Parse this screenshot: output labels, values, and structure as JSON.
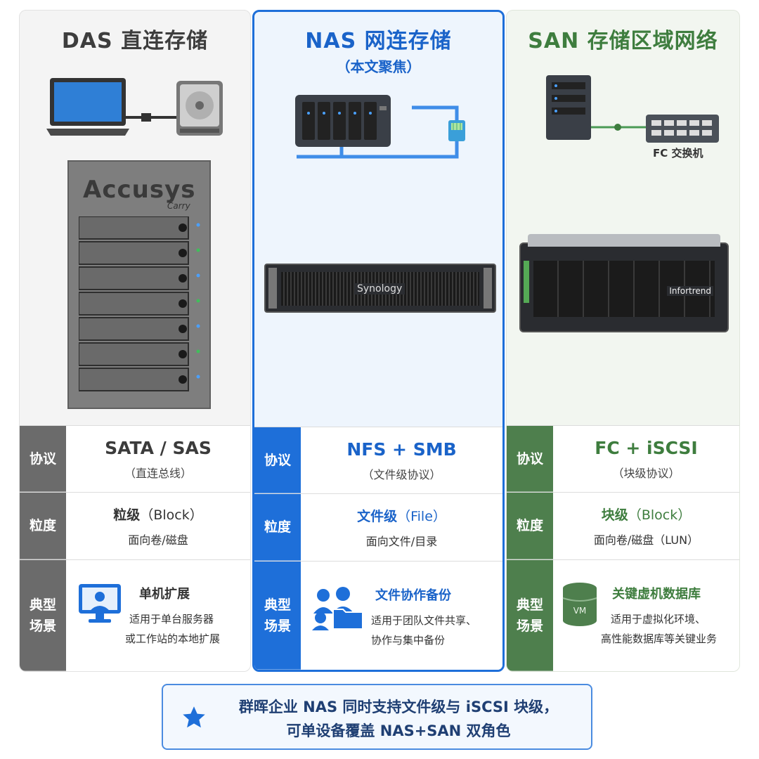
{
  "columns": {
    "das": {
      "title": "DAS 直连存储",
      "device_brand": "Accusys",
      "device_brand_script": "Carry",
      "protocol_main": "SATA / SAS",
      "protocol_sub": "（直连总线）",
      "gran_main": "粒级",
      "gran_paren": "（Block）",
      "gran_sub": "面向卷/磁盘",
      "scene_title": "单机扩展",
      "scene_desc_1": "适用于单台服务器",
      "scene_desc_2": "或工作站的本地扩展"
    },
    "nas": {
      "title": "NAS 网连存储",
      "subtitle": "（本文聚焦）",
      "device_brand": "Synology",
      "protocol_main": "NFS + SMB",
      "protocol_sub": "（文件级协议）",
      "gran_main": "文件级",
      "gran_paren": "（File）",
      "gran_sub": "面向文件/目录",
      "scene_title": "文件协作备份",
      "scene_desc_1": "适用于团队文件共享、",
      "scene_desc_2": "协作与集中备份"
    },
    "san": {
      "title": "SAN 存储区域网络",
      "switch_label": "FC 交换机",
      "device_brand": "Infortrend",
      "protocol_main": "FC + iSCSI",
      "protocol_sub": "（块级协议）",
      "gran_main": "块级",
      "gran_paren": "（Block）",
      "gran_sub": "面向卷/磁盘（LUN）",
      "scene_title": "关键虚机数据库",
      "scene_desc_1": "适用于虚拟化环境、",
      "scene_desc_2": "高性能数据库等关键业务",
      "vm_icon_text": "VM"
    }
  },
  "row_labels": {
    "protocol": "协议",
    "granularity": "粒度",
    "scenario_1": "典型",
    "scenario_2": "场景"
  },
  "note": {
    "line1": "群晖企业 NAS 同时支持文件级与 iSCSI 块级，",
    "line2": "可单设备覆盖 NAS+SAN 双角色"
  },
  "colors": {
    "das": "#6b6b6b",
    "nas": "#1e6fd9",
    "san": "#4e7f4d"
  },
  "icons": [
    "laptop-icon",
    "disk-enclosure-icon",
    "nas-device-icon",
    "network-cable-icon",
    "server-icon",
    "fc-switch-icon",
    "monitor-user-icon",
    "team-folder-icon",
    "database-vm-icon",
    "star-icon"
  ]
}
